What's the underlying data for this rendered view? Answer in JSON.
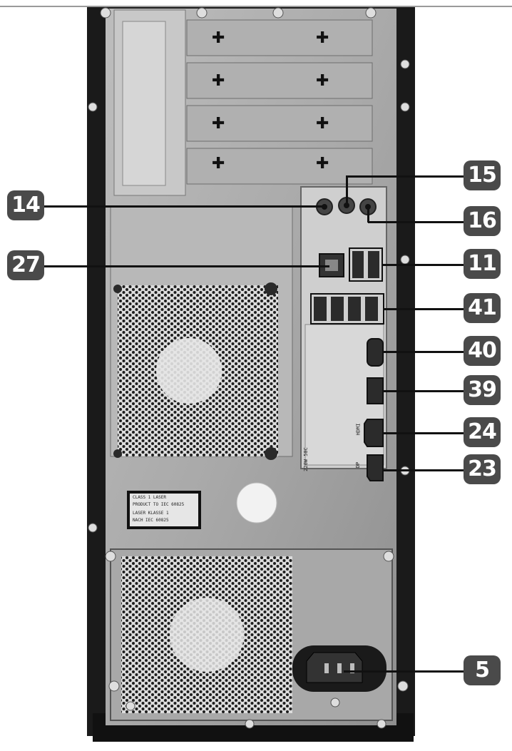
{
  "diagram": {
    "callouts": [
      {
        "id": "14",
        "label": "14"
      },
      {
        "id": "15",
        "label": "15"
      },
      {
        "id": "16",
        "label": "16"
      },
      {
        "id": "27",
        "label": "27"
      },
      {
        "id": "11",
        "label": "11"
      },
      {
        "id": "41",
        "label": "41"
      },
      {
        "id": "40",
        "label": "40"
      },
      {
        "id": "39",
        "label": "39"
      },
      {
        "id": "24",
        "label": "24"
      },
      {
        "id": "23",
        "label": "23"
      },
      {
        "id": "5",
        "label": "5"
      }
    ],
    "panel_text": {
      "port_label_hdmi": "HDMI",
      "port_label_dp": "DP",
      "io_side_text": "220W 50C",
      "label_line1": "CLASS 1 LASER",
      "label_line2": "PRODUCT TO IEC 60825",
      "label_line3": "LASER KLASSE 1",
      "label_line4": "NACH IEC 60825"
    }
  }
}
